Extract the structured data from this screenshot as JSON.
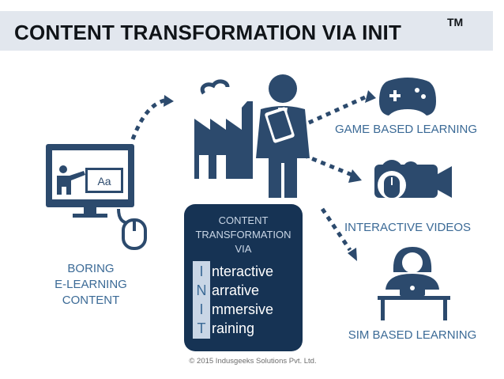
{
  "header": {
    "title": "CONTENT TRANSFORMATION VIA INIT",
    "trademark": "TM"
  },
  "labels": {
    "boring": [
      "BORING",
      "E-LEARNING",
      "CONTENT"
    ],
    "game": "GAME BASED LEARNING",
    "videos": "INTERACTIVE VIDEOS",
    "sim": "SIM BASED LEARNING"
  },
  "center_panel": {
    "heading": [
      "CONTENT",
      "TRANSFORMATION",
      "VIA"
    ],
    "acronym": [
      {
        "letter": "I",
        "rest": "nteractive"
      },
      {
        "letter": "N",
        "rest": "arrative"
      },
      {
        "letter": "I",
        "rest": "mmersive"
      },
      {
        "letter": "T",
        "rest": "raining"
      }
    ]
  },
  "icons": {
    "monitor": "computer-screen-icon",
    "mouse": "mouse-icon",
    "factory": "factory-icon",
    "person": "businessman-with-tablet-icon",
    "gamepad": "gamepad-icon",
    "camera": "video-camera-icon",
    "learner": "person-at-laptop-icon"
  },
  "colors": {
    "icon": "#2c4a6d",
    "label": "#3b6a96",
    "panel": "#163354",
    "title_bar": "#e2e7ee"
  },
  "copyright": "© 2015 Indusgeeks Solutions Pvt. Ltd."
}
